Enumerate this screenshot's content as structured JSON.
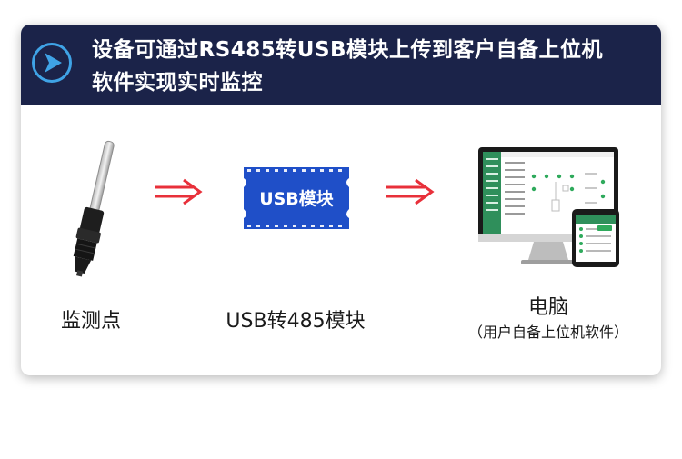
{
  "header": {
    "title_line1": "设备可通过RS485转USB模块上传到客户自备上位机",
    "title_line2": "软件实现实时监控"
  },
  "nodes": {
    "probe_label": "监测点",
    "module_chip_text": "USB模块",
    "module_label": "USB转485模块",
    "pc_label": "电脑",
    "pc_sublabel": "（用户自备上位机软件）"
  },
  "colors": {
    "header_bg": "#1b2349",
    "badge_accent": "#3fa3e6",
    "arrow_red": "#e8303a",
    "module_blue": "#1f4fc8"
  }
}
